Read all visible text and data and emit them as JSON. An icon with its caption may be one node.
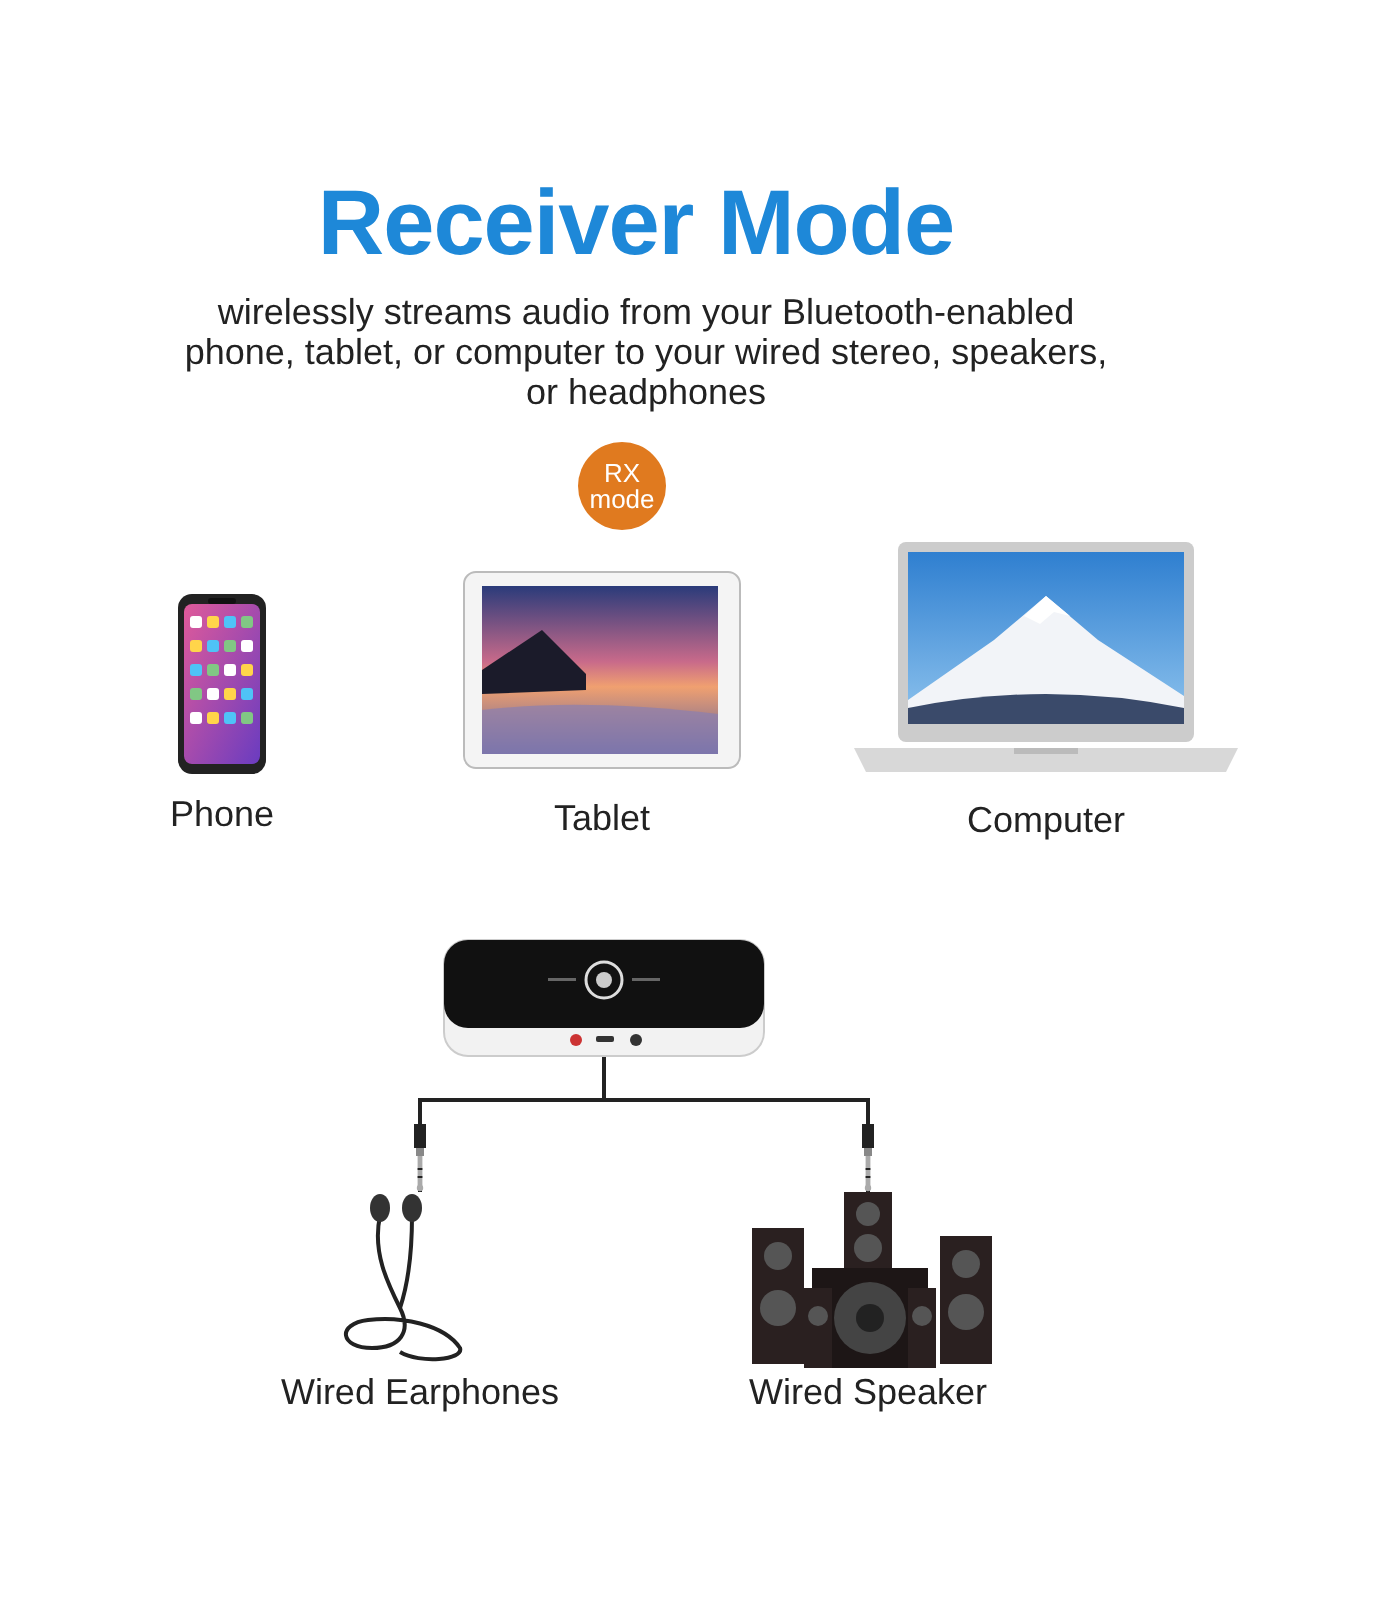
{
  "diagram": {
    "title": "Receiver Mode",
    "caption": "wirelessly streams audio from your Bluetooth-enabled phone, tablet, or computer to your wired stereo, speakers, or headphones",
    "nodes": [
      {
        "text": [
          "RX mode"
        ]
      },
      {
        "text": [
          "Phone"
        ]
      },
      {
        "text": [
          "Tablet"
        ]
      },
      {
        "text": [
          "Computer"
        ]
      },
      {
        "text": [],
        "shape": "picture"
      },
      {
        "text": [
          "Wired Earphones"
        ]
      },
      {
        "text": [
          "Wired Speaker"
        ]
      }
    ],
    "edges": [
      {
        "from": 4,
        "to": 5,
        "arrow": "other"
      },
      {
        "from": 4,
        "to": 6,
        "arrow": "other"
      }
    ]
  }
}
